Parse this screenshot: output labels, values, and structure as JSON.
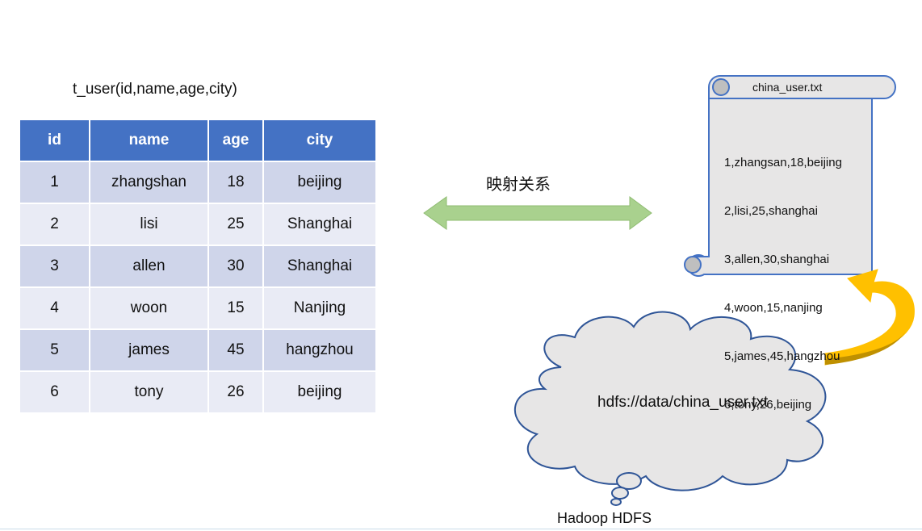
{
  "table": {
    "caption": "t_user(id,name,age,city)",
    "headers": [
      "id",
      "name",
      "age",
      "city"
    ],
    "rows": [
      [
        "1",
        "zhangshan",
        "18",
        "beijing"
      ],
      [
        "2",
        "lisi",
        "25",
        "Shanghai"
      ],
      [
        "3",
        "allen",
        "30",
        "Shanghai"
      ],
      [
        "4",
        "woon",
        "15",
        "Nanjing"
      ],
      [
        "5",
        "james",
        "45",
        "hangzhou"
      ],
      [
        "6",
        "tony",
        "26",
        "beijing"
      ]
    ]
  },
  "mapping": {
    "label": "映射关系"
  },
  "file": {
    "name": "china_user.txt",
    "lines": [
      "1,zhangsan,18,beijing",
      "2,lisi,25,shanghai",
      "3,allen,30,shanghai",
      "4,woon,15,nanjing",
      "5,james,45,hangzhou",
      "6,tony,26,beijing"
    ]
  },
  "hdfs": {
    "path": "hdfs://data/china_user.txt",
    "label": "Hadoop HDFS"
  },
  "colors": {
    "header": "#4472c4",
    "row_odd": "#cfd5ea",
    "row_even": "#e9ebf5",
    "mapping_arrow": "#a9d18e",
    "scroll_fill": "#e7e6e6",
    "scroll_stroke": "#4472c4",
    "cloud_fill": "#e7e6e6",
    "cloud_stroke": "#2f5597",
    "curved_arrow": "#ffc000"
  },
  "icons": [
    "double-arrow-icon",
    "scroll-icon",
    "cloud-icon",
    "curved-arrow-icon"
  ]
}
